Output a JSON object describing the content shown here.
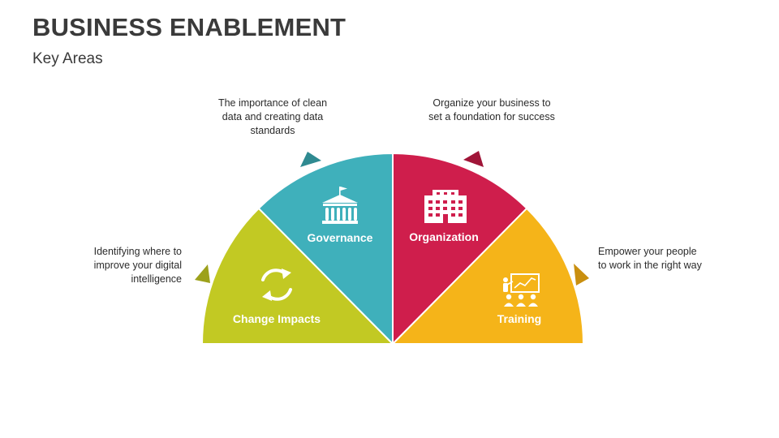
{
  "header": {
    "title": "BUSINESS ENABLEMENT",
    "subtitle": "Key Areas"
  },
  "segments": [
    {
      "label": "Change Impacts",
      "icon": "refresh-cycle-icon",
      "color": "#c2c923",
      "description": "Identifying where to improve your digital intelligence"
    },
    {
      "label": "Governance",
      "icon": "government-building-icon",
      "color": "#3fb0bb",
      "description": "The importance of clean data and creating data standards"
    },
    {
      "label": "Organization",
      "icon": "office-building-icon",
      "color": "#cf1e4c",
      "description": "Organize your business to set a foundation for success"
    },
    {
      "label": "Training",
      "icon": "presentation-training-icon",
      "color": "#f5b419",
      "description": "Empower your people to work in the right way"
    }
  ]
}
